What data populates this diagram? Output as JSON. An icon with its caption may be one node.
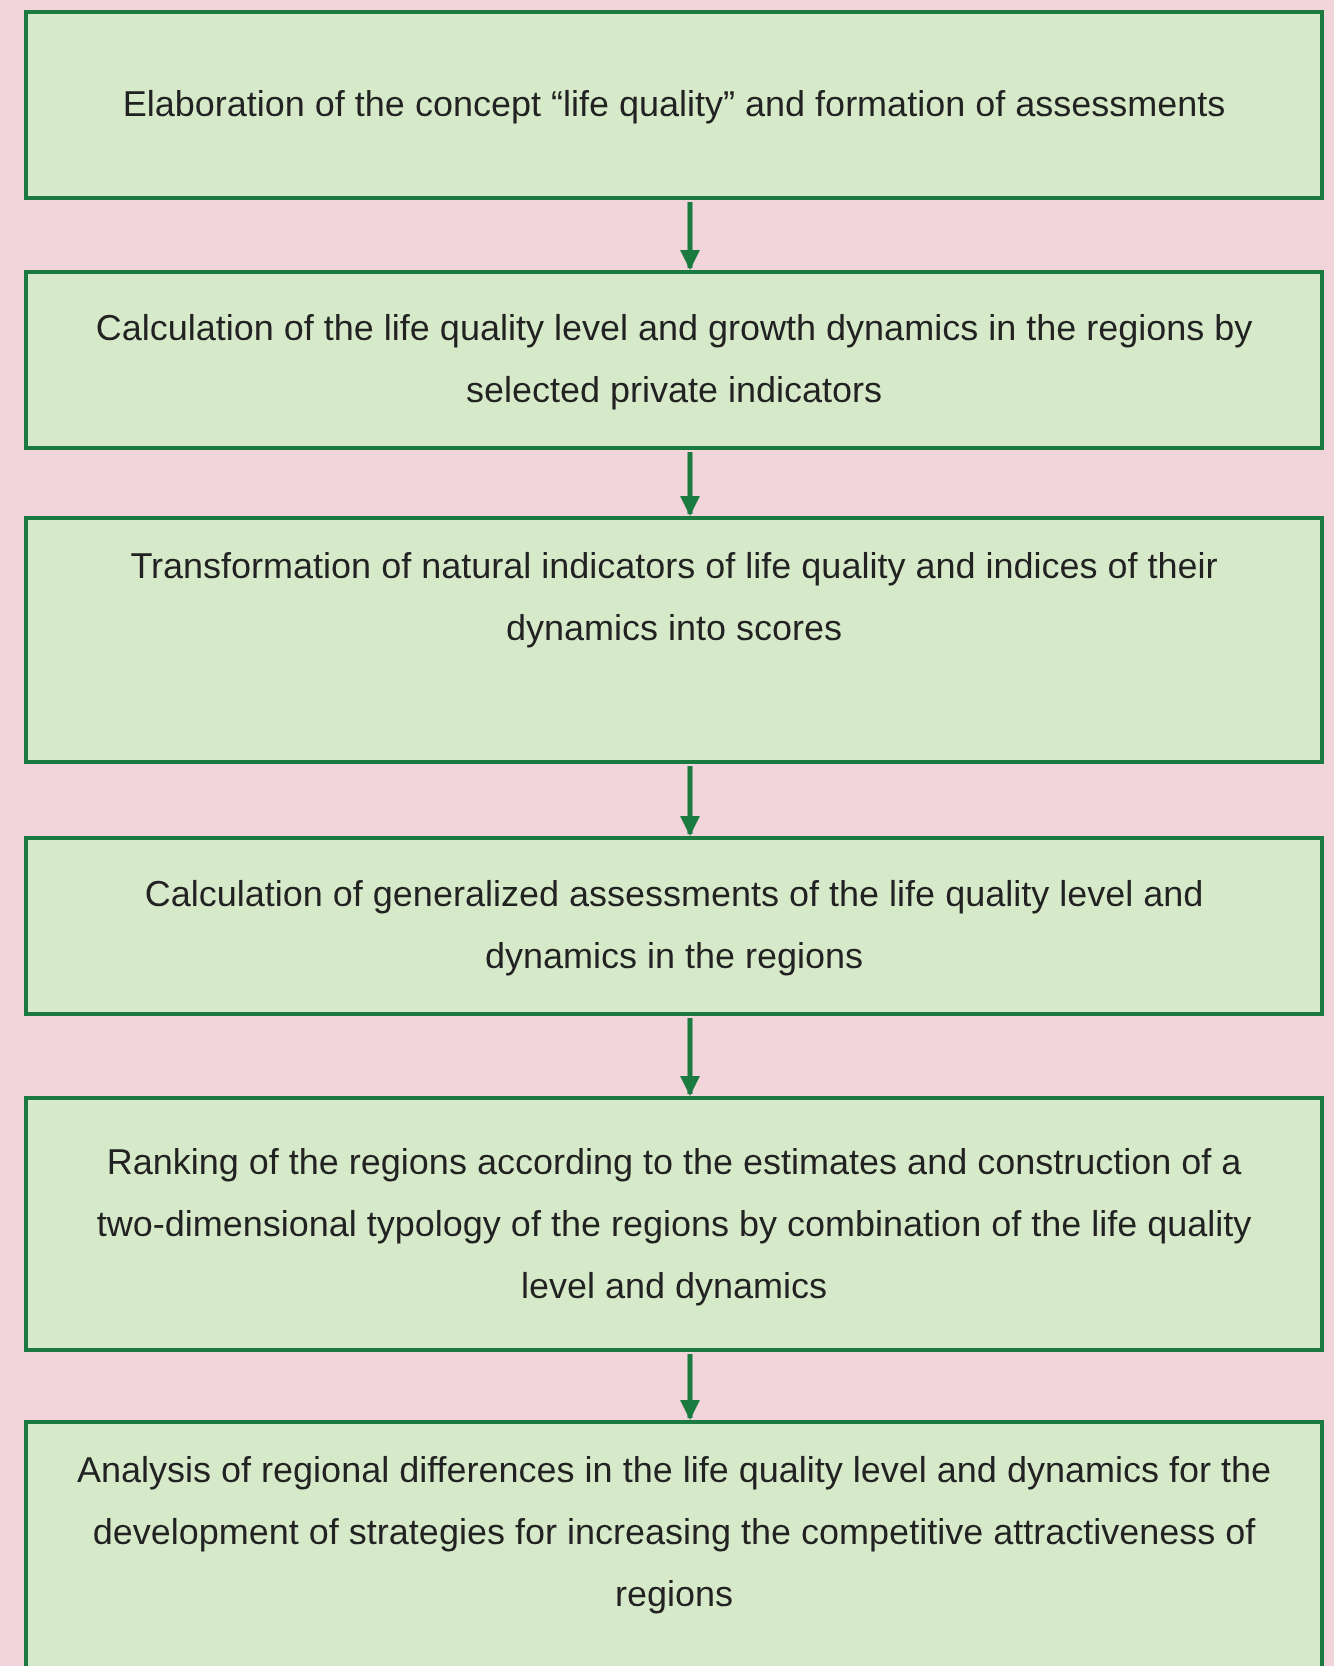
{
  "diagram": {
    "nodes": [
      {
        "text": [
          "Elaboration of the concept “life quality” and formation of assessments"
        ]
      },
      {
        "text": [
          "Calculation of the life quality level and growth dynamics in the regions by selected private indicators"
        ]
      },
      {
        "text": [
          "Transformation of natural indicators of life quality and indices of their dynamics into scores"
        ]
      },
      {
        "text": [
          "Calculation of generalized assessments of the life quality level and dynamics in the regions"
        ]
      },
      {
        "text": [
          "Ranking of the regions according to the estimates and construction of a two-dimensional typology of the regions by combination of the life quality level and dynamics"
        ]
      },
      {
        "text": [
          "Analysis of regional differences in the life quality level and dynamics for the development of strategies for increasing the competitive attractiveness of regions"
        ]
      }
    ],
    "edges": [
      {
        "from": 0,
        "to": 1,
        "arrow": "to"
      },
      {
        "from": 1,
        "to": 2,
        "arrow": "to"
      },
      {
        "from": 2,
        "to": 3,
        "arrow": "to"
      },
      {
        "from": 3,
        "to": 4,
        "arrow": "to"
      },
      {
        "from": 4,
        "to": 5,
        "arrow": "to"
      }
    ]
  }
}
